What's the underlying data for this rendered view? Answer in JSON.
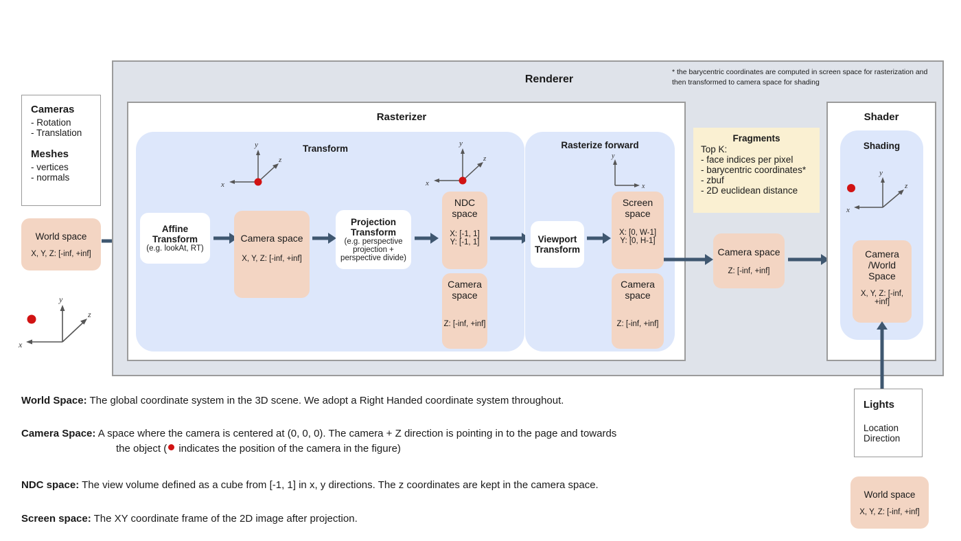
{
  "renderer": {
    "title": "Renderer",
    "footnote": "* the barycentric coordinates are computed in screen space for rasterization and then transformed to camera space for shading"
  },
  "inputs": {
    "cameras_title": "Cameras",
    "cameras_items": [
      "- Rotation",
      "- Translation"
    ],
    "meshes_title": "Meshes",
    "meshes_items": [
      "- vertices",
      "- normals"
    ],
    "world_space": {
      "title": "World space",
      "range": "X, Y, Z: [-inf, +inf]"
    }
  },
  "rasterizer": {
    "title": "Rasterizer",
    "transform": {
      "title": "Transform",
      "affine": {
        "title1": "Affine",
        "title2": "Transform",
        "note": "(e.g. lookAt, RT)"
      },
      "camera_space": {
        "title": "Camera space",
        "range": "X, Y, Z: [-inf, +inf]"
      },
      "projection": {
        "title1": "Projection",
        "title2": "Transform",
        "note1": "(e.g. perspective",
        "note2": "projection +",
        "note3": "perspective divide)"
      },
      "ndc_space": {
        "title1": "NDC",
        "title2": "space",
        "range_x": "X: [-1, 1]",
        "range_y": "Y: [-1, 1]"
      },
      "camera_space_z": {
        "title1": "Camera",
        "title2": "space",
        "range": "Z: [-inf, +inf]"
      }
    },
    "rasterize_forward": {
      "title": "Rasterize forward",
      "viewport": {
        "title1": "Viewport",
        "title2": "Transform"
      },
      "screen_space": {
        "title1": "Screen",
        "title2": "space",
        "range_x": "X: [0, W-1]",
        "range_y": "Y: [0,  H-1]"
      },
      "camera_space_z": {
        "title1": "Camera",
        "title2": "space",
        "range": "Z: [-inf, +inf]"
      }
    }
  },
  "fragments": {
    "title": "Fragments",
    "lead": "Top K:",
    "items": [
      "- face indices per pixel",
      "- barycentric coordinates*",
      "- zbuf",
      "- 2D euclidean distance"
    ]
  },
  "mid_camera_space": {
    "title": "Camera space",
    "range": "Z: [-inf, +inf]"
  },
  "shader": {
    "title": "Shader",
    "shading_title": "Shading",
    "camera_world": {
      "line1": "Camera",
      "line2": "/World",
      "line3": "Space",
      "range": "X, Y, Z: [-inf, +inf]"
    }
  },
  "lights": {
    "title": "Lights",
    "items": [
      "Location",
      "Direction"
    ],
    "world_space": {
      "title": "World space",
      "range": "X, Y, Z: [-inf, +inf]"
    }
  },
  "axis_labels": {
    "x": "x",
    "y": "y",
    "z": "z"
  },
  "descriptions": [
    {
      "term": "World Space:",
      "text": "The global coordinate system in the 3D scene. We adopt a Right Handed coordinate system throughout."
    },
    {
      "term": "Camera Space:",
      "text": "A space where the camera is centered at (0, 0, 0). The camera + Z direction is pointing in to the page and towards"
    },
    {
      "term": "NDC space:",
      "text": "The view volume defined as a cube from [-1, 1] in x, y directions. The z coordinates are kept in the camera space."
    },
    {
      "term": "Screen space:",
      "text": "The XY coordinate frame of the 2D image after projection."
    }
  ],
  "camera_space_line2_a": "the object (",
  "camera_space_line2_b": " indicates the position of the camera in the figure)",
  "colors": {
    "peach": "#f3d5c3",
    "blue_panel": "#dde7fb",
    "grey_panel": "#dfe3ea",
    "yellow": "#faf0d2",
    "arrow": "#3f5770",
    "camera_dot": "#d11313"
  }
}
